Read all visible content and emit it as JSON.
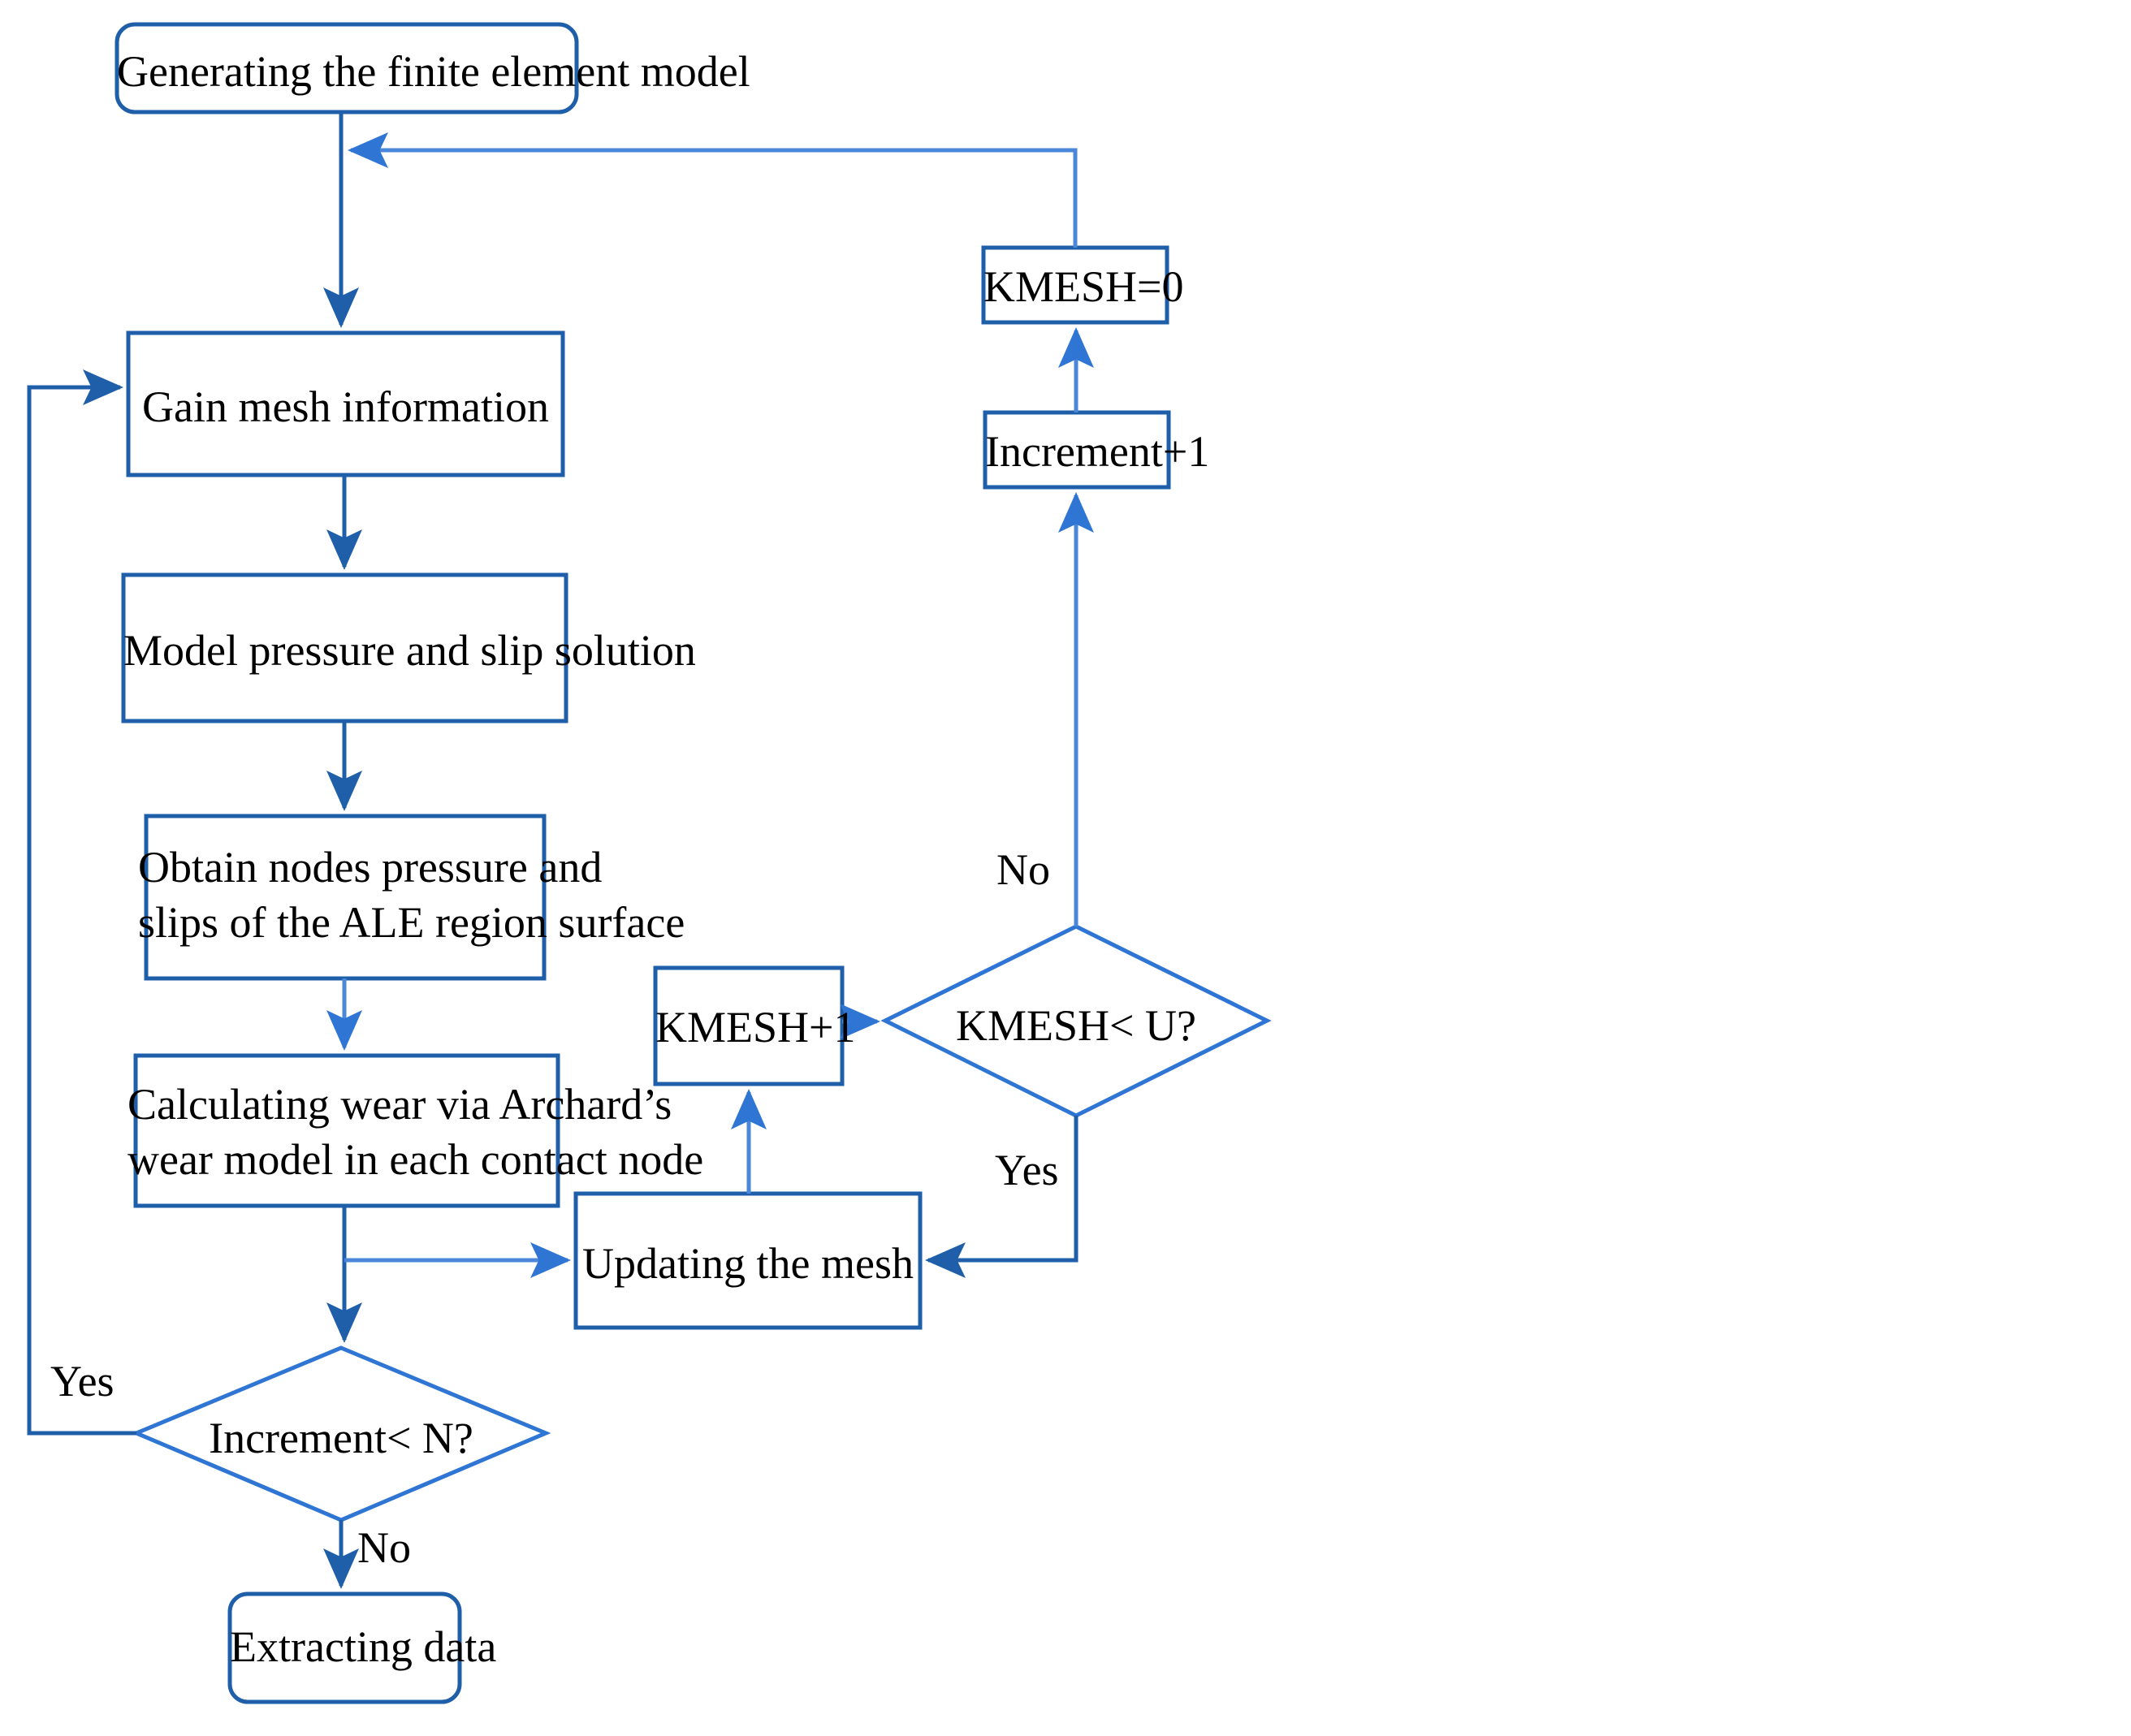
{
  "diagram": {
    "title": "Wear simulation flowchart",
    "colors": {
      "stroke": "#1F5FA9",
      "stroke_light": "#2E75D4",
      "text": "#000000",
      "background": "#FFFFFF"
    },
    "nodes": [
      {
        "id": "generating-fem",
        "shape": "rounded-rectangle",
        "label": "Generating the finite element model"
      },
      {
        "id": "gain-mesh-info",
        "shape": "rectangle",
        "label": "Gain mesh information"
      },
      {
        "id": "model-pressure-slip",
        "shape": "rectangle",
        "label": "Model pressure and slip solution"
      },
      {
        "id": "obtain-nodes",
        "shape": "rectangle",
        "label": "Obtain nodes pressure and\nslips of the ALE region surface"
      },
      {
        "id": "calculating-wear",
        "shape": "rectangle",
        "label": "Calculating wear via Archard’s\nwear model in each contact node"
      },
      {
        "id": "increment-check",
        "shape": "diamond",
        "label": "Increment< N?"
      },
      {
        "id": "extracting-data",
        "shape": "rounded-rectangle",
        "label": "Extracting data"
      },
      {
        "id": "updating-mesh",
        "shape": "rectangle",
        "label": "Updating the mesh"
      },
      {
        "id": "kmesh-plus-1",
        "shape": "rectangle",
        "label": "KMESH+1"
      },
      {
        "id": "kmesh-check",
        "shape": "diamond",
        "label": "KMESH< U?"
      },
      {
        "id": "increment-plus-1",
        "shape": "rectangle",
        "label": "Increment+1"
      },
      {
        "id": "kmesh-zero",
        "shape": "rectangle",
        "label": "KMESH=0"
      }
    ],
    "edge_labels": [
      {
        "id": "increment-check-yes",
        "label": "Yes"
      },
      {
        "id": "increment-check-no",
        "label": "No"
      },
      {
        "id": "kmesh-check-no",
        "label": "No"
      },
      {
        "id": "kmesh-check-yes",
        "label": "Yes"
      }
    ]
  }
}
